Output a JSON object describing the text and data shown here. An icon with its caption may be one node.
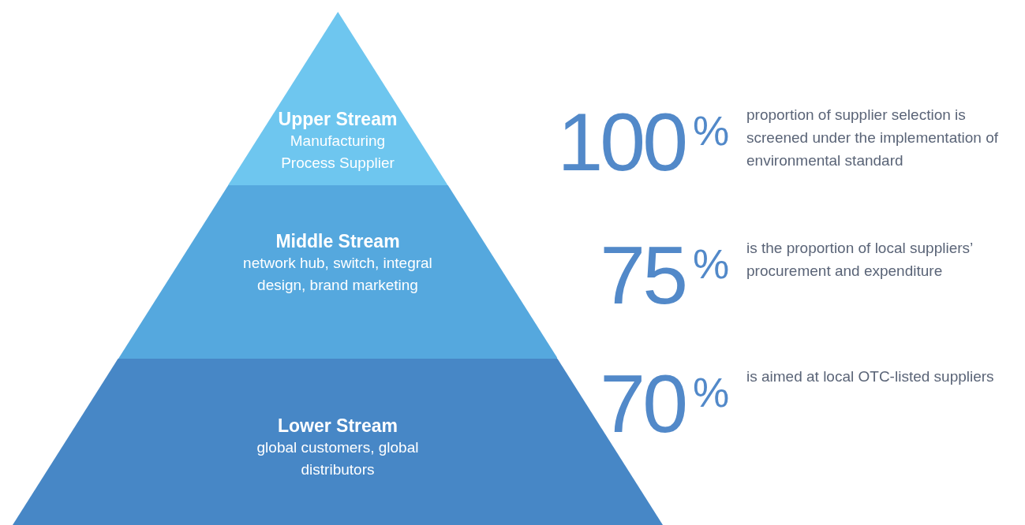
{
  "diagram": {
    "nodes": [
      {
        "text": [
          "Upper Stream",
          "Manufacturing Process Supplier"
        ]
      },
      {
        "text": [
          "Middle Stream",
          "network hub, switch, integral design, brand marketing"
        ]
      },
      {
        "text": [
          "Lower Stream",
          "global customers, global distributors"
        ]
      }
    ],
    "labels": [
      "100",
      "%",
      "proportion of supplier selection is screened under the implementation of environmental standard",
      "75",
      "%",
      "is the proportion of local suppliers’ procurement and expenditure",
      "70",
      "%",
      "is aimed at local OTC-listed suppliers"
    ]
  }
}
